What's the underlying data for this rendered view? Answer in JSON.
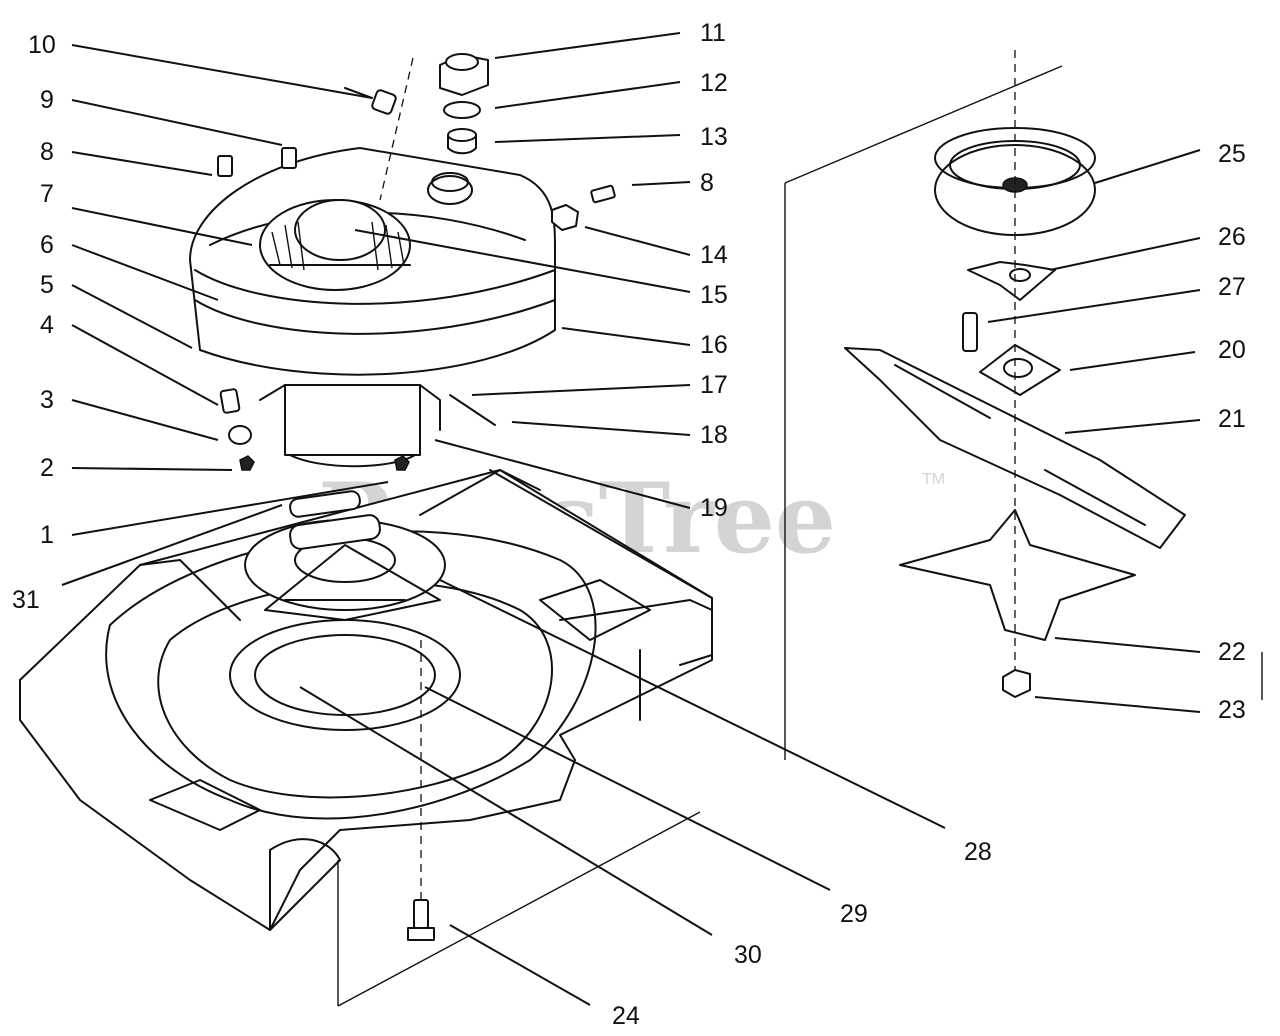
{
  "watermark": {
    "text": "PartsTree",
    "tm": "TM"
  },
  "callouts": [
    {
      "id": "c10",
      "text": "10"
    },
    {
      "id": "c9",
      "text": "9"
    },
    {
      "id": "c8a",
      "text": "8"
    },
    {
      "id": "c7",
      "text": "7"
    },
    {
      "id": "c6",
      "text": "6"
    },
    {
      "id": "c5",
      "text": "5"
    },
    {
      "id": "c4",
      "text": "4"
    },
    {
      "id": "c3",
      "text": "3"
    },
    {
      "id": "c2",
      "text": "2"
    },
    {
      "id": "c1",
      "text": "1"
    },
    {
      "id": "c31",
      "text": "31"
    },
    {
      "id": "c11",
      "text": "11"
    },
    {
      "id": "c12",
      "text": "12"
    },
    {
      "id": "c13",
      "text": "13"
    },
    {
      "id": "c8b",
      "text": "8"
    },
    {
      "id": "c14",
      "text": "14"
    },
    {
      "id": "c15",
      "text": "15"
    },
    {
      "id": "c16",
      "text": "16"
    },
    {
      "id": "c17",
      "text": "17"
    },
    {
      "id": "c18",
      "text": "18"
    },
    {
      "id": "c19",
      "text": "19"
    },
    {
      "id": "c25",
      "text": "25"
    },
    {
      "id": "c26",
      "text": "26"
    },
    {
      "id": "c27",
      "text": "27"
    },
    {
      "id": "c20",
      "text": "20"
    },
    {
      "id": "c21",
      "text": "21"
    },
    {
      "id": "c22",
      "text": "22"
    },
    {
      "id": "c23",
      "text": "23"
    },
    {
      "id": "c28",
      "text": "28"
    },
    {
      "id": "c29",
      "text": "29"
    },
    {
      "id": "c30",
      "text": "30"
    },
    {
      "id": "c24",
      "text": "24"
    }
  ]
}
